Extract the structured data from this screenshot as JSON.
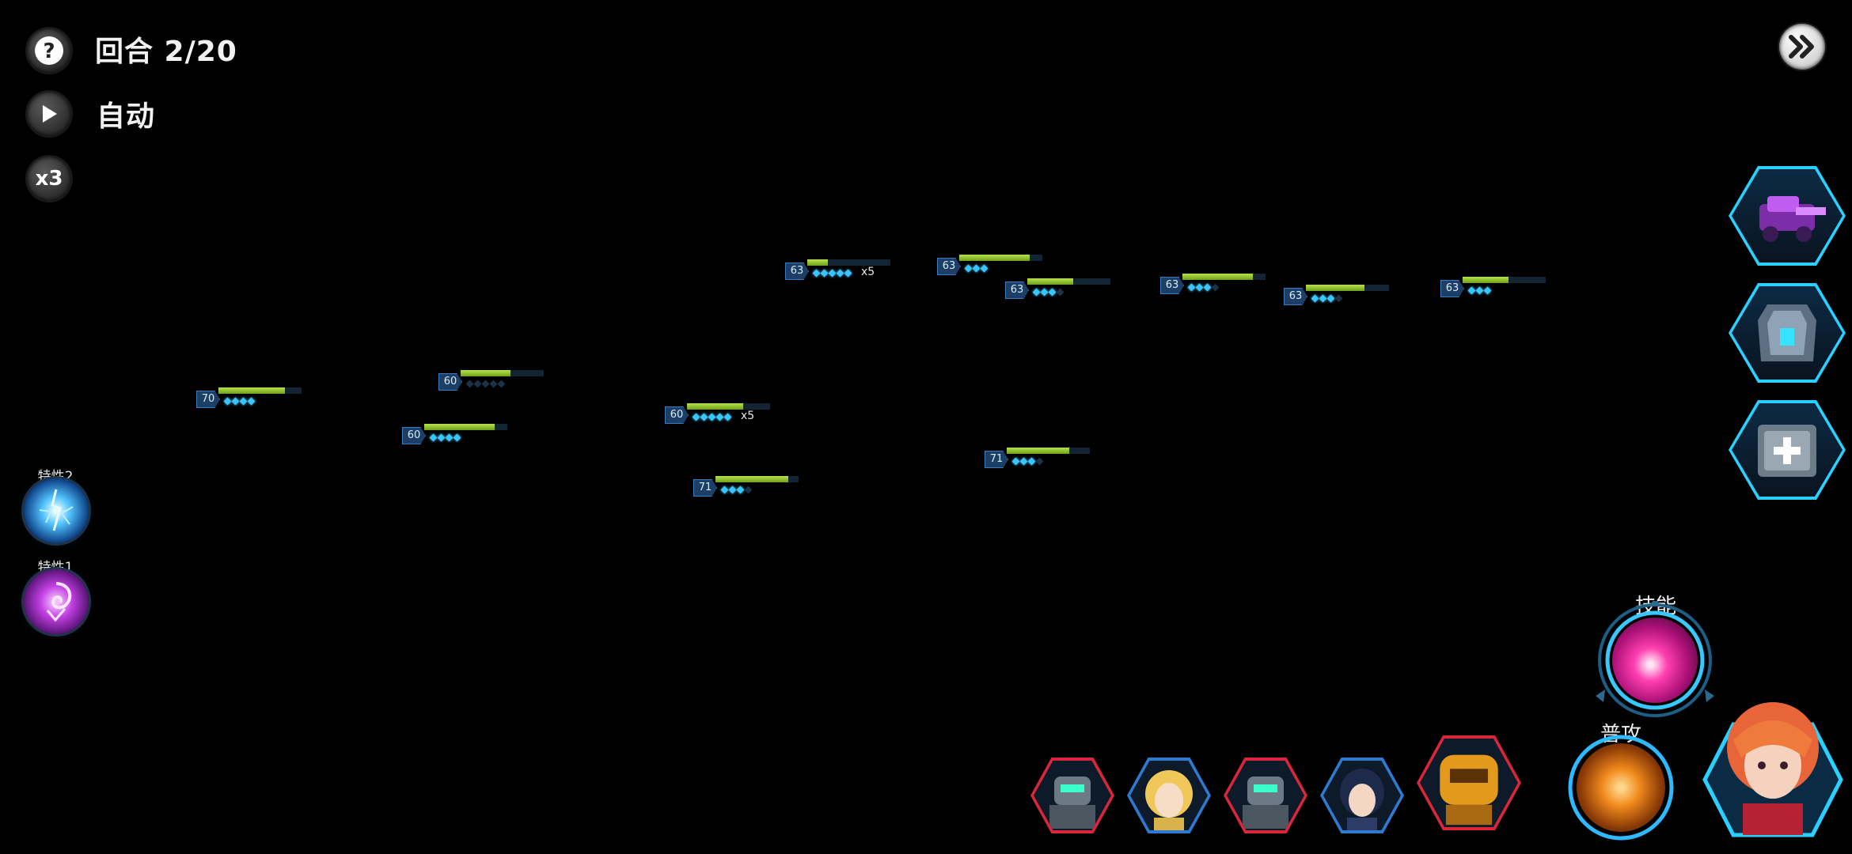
{
  "hud": {
    "round_text": "回合 2/20",
    "auto_text": "自动",
    "speed_text": "x3",
    "help_icon": "question-mark-icon",
    "play_icon": "play-icon",
    "skip_icon": "fast-forward-icon"
  },
  "health_bars": [
    {
      "level": "70",
      "hp_fraction": 0.8,
      "pips_on": 4,
      "pips_total": 4,
      "multiplier": ""
    },
    {
      "level": "60",
      "hp_fraction": 0.6,
      "pips_on": 0,
      "pips_total": 5,
      "multiplier": ""
    },
    {
      "level": "60",
      "hp_fraction": 0.85,
      "pips_on": 4,
      "pips_total": 4,
      "multiplier": ""
    },
    {
      "level": "60",
      "hp_fraction": 0.68,
      "pips_on": 5,
      "pips_total": 5,
      "multiplier": "x5"
    },
    {
      "level": "71",
      "hp_fraction": 0.88,
      "pips_on": 3,
      "pips_total": 4,
      "multiplier": ""
    },
    {
      "level": "63",
      "hp_fraction": 0.25,
      "pips_on": 5,
      "pips_total": 5,
      "multiplier": "x5"
    },
    {
      "level": "63",
      "hp_fraction": 0.85,
      "pips_on": 3,
      "pips_total": 3,
      "multiplier": ""
    },
    {
      "level": "63",
      "hp_fraction": 0.55,
      "pips_on": 3,
      "pips_total": 4,
      "multiplier": ""
    },
    {
      "level": "63",
      "hp_fraction": 0.85,
      "pips_on": 3,
      "pips_total": 4,
      "multiplier": ""
    },
    {
      "level": "63",
      "hp_fraction": 0.7,
      "pips_on": 3,
      "pips_total": 4,
      "multiplier": ""
    },
    {
      "level": "63",
      "hp_fraction": 0.55,
      "pips_on": 3,
      "pips_total": 3,
      "multiplier": ""
    },
    {
      "level": "71",
      "hp_fraction": 0.75,
      "pips_on": 3,
      "pips_total": 4,
      "multiplier": ""
    }
  ],
  "traits": [
    {
      "label": "特性2",
      "icon": "lightning-burst-icon",
      "color": "#2a9dff"
    },
    {
      "label": "特性1",
      "icon": "purple-swirl-icon",
      "color": "#b02cd6"
    }
  ],
  "items": [
    {
      "icon": "purple-turret-icon"
    },
    {
      "icon": "cyber-armor-icon"
    },
    {
      "icon": "medkit-crate-icon"
    }
  ],
  "heroes": [
    {
      "icon": "robot-hero-icon",
      "frame_color": "#d9263a"
    },
    {
      "icon": "blonde-hero-icon",
      "frame_color": "#2f7ad1"
    },
    {
      "icon": "robot-hero-icon",
      "frame_color": "#d9263a"
    },
    {
      "icon": "dark-hair-hero-icon",
      "frame_color": "#2f7ad1"
    },
    {
      "icon": "golden-mech-hero-icon",
      "frame_color": "#d9263a"
    }
  ],
  "skills": {
    "skill_label": "技能",
    "attack_label": "普攻",
    "active_hero_icon": "red-hair-hero-icon"
  },
  "colors": {
    "hp_fill": "#8fc330",
    "pip": "#39c6ff",
    "level_badge": "#1d3f66",
    "accent_cyan": "#2ad0ff"
  }
}
